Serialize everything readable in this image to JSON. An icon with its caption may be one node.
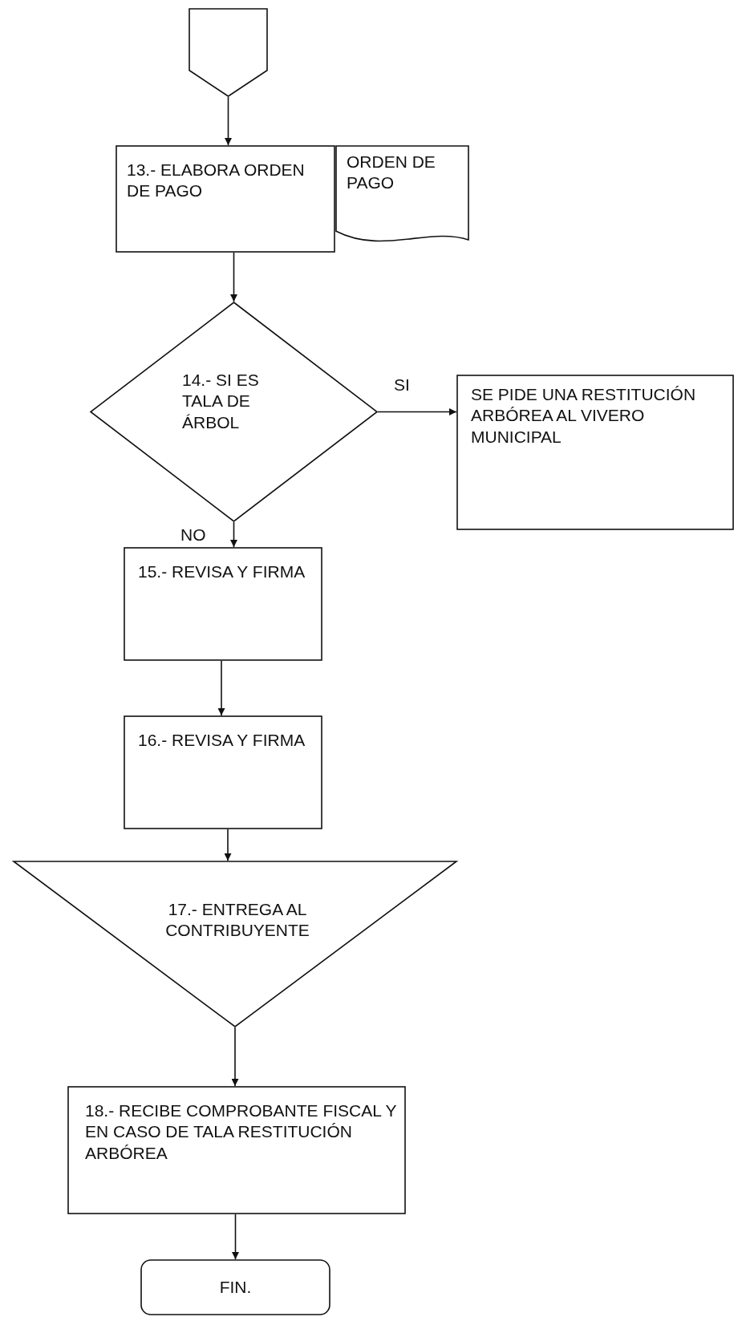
{
  "diagram": {
    "nodes": [
      {
        "text": [],
        "shape": "pentagon"
      },
      {
        "text": [
          "13.- ELABORA ORDEN DE PAGO"
        ]
      },
      {
        "text": [
          "ORDEN DE PAGO"
        ]
      },
      {
        "text": [
          "14.- SI ES TALA DE ÁRBOL"
        ]
      },
      {
        "text": [
          "SE PIDE UNA RESTITUCIÓN ARBÓREA AL VIVERO MUNICIPAL"
        ]
      },
      {
        "text": [
          "15.- REVISA Y FIRMA"
        ]
      },
      {
        "text": [
          "16.- REVISA Y FIRMA"
        ]
      },
      {
        "text": [
          "17.- ENTREGA AL CONTRIBUYENTE"
        ]
      },
      {
        "text": [
          "18.- RECIBE COMPROBANTE FISCAL Y EN CASO DE TALA RESTITUCIÓN ARBÓREA"
        ]
      },
      {
        "text": [
          "FIN."
        ]
      }
    ],
    "edges": [
      {
        "from": 0,
        "to": 1,
        "arrow": "to"
      },
      {
        "from": 1,
        "to": 3,
        "arrow": "to"
      },
      {
        "from": 3,
        "to": 4,
        "arrow": "to",
        "label": "SI"
      },
      {
        "from": 3,
        "to": 5,
        "arrow": "to",
        "label": "NO"
      },
      {
        "from": 5,
        "to": 6,
        "arrow": "to"
      },
      {
        "from": 6,
        "to": 7,
        "arrow": "to"
      },
      {
        "from": 7,
        "to": 8,
        "arrow": "to"
      },
      {
        "from": 8,
        "to": 9,
        "arrow": "to"
      }
    ]
  }
}
